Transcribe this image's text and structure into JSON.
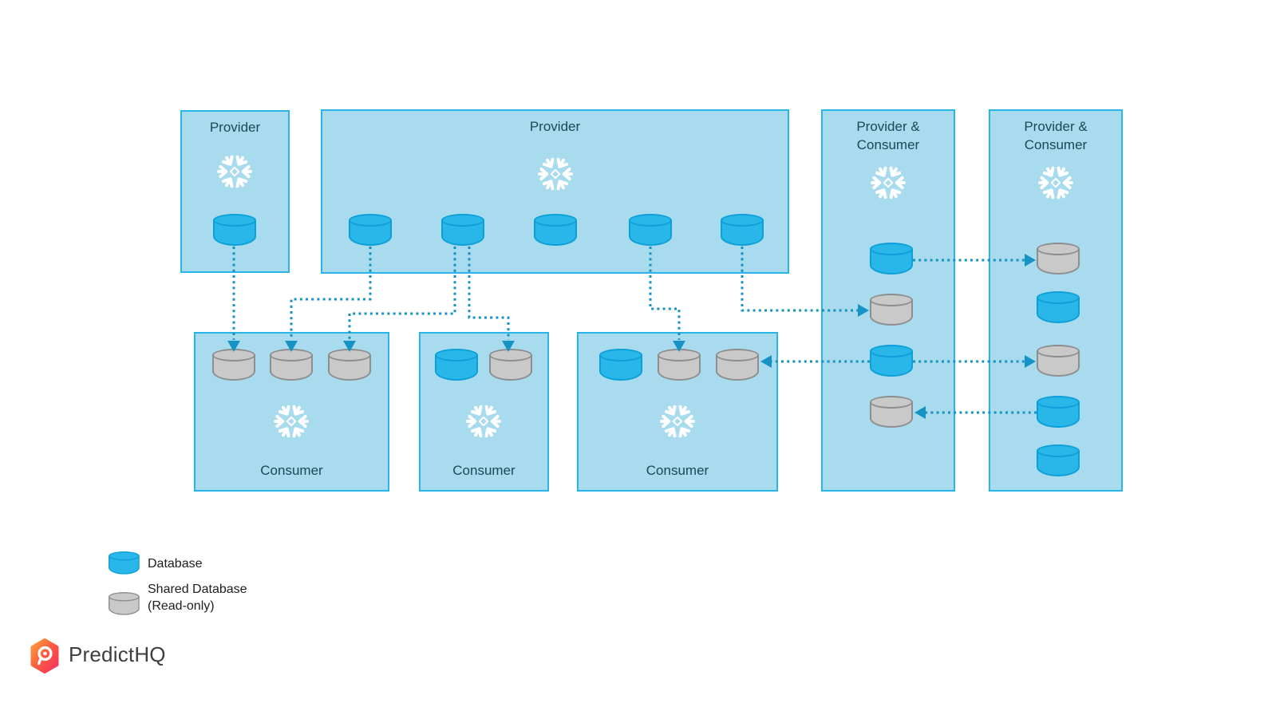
{
  "colors": {
    "box_fill": "#a8dbee",
    "box_border": "#29b5e8",
    "database_blue": "#29b7e9",
    "database_blue_border": "#0d9fd8",
    "shared_gray": "#c9c9c9",
    "shared_gray_border": "#8e8e8e",
    "connector": "#1792c4",
    "title_text": "#1d4659",
    "legend_text": "#1d1d1d",
    "logo_text": "#3e3e3e",
    "snowflake_icon": "#ffffff"
  },
  "boxes": [
    {
      "id": "provider-1",
      "title": "Provider",
      "title_lines": [
        "Provider"
      ],
      "databases": [
        "database"
      ]
    },
    {
      "id": "provider-2",
      "title": "Provider",
      "title_lines": [
        "Provider"
      ],
      "databases": [
        "database",
        "database",
        "database",
        "database",
        "database"
      ]
    },
    {
      "id": "provider-consumer-1",
      "title": "Provider & Consumer",
      "title_lines": [
        "Provider &",
        "Consumer"
      ],
      "databases": [
        "database",
        "shared",
        "database",
        "shared"
      ]
    },
    {
      "id": "provider-consumer-2",
      "title": "Provider & Consumer",
      "title_lines": [
        "Provider &",
        "Consumer"
      ],
      "databases": [
        "shared",
        "database",
        "shared",
        "database",
        "database"
      ]
    },
    {
      "id": "consumer-1",
      "title": "Consumer",
      "title_lines": [
        "Consumer"
      ],
      "databases": [
        "shared",
        "shared",
        "shared"
      ]
    },
    {
      "id": "consumer-2",
      "title": "Consumer",
      "title_lines": [
        "Consumer"
      ],
      "databases": [
        "database",
        "shared"
      ]
    },
    {
      "id": "consumer-3",
      "title": "Consumer",
      "title_lines": [
        "Consumer"
      ],
      "databases": [
        "database",
        "shared",
        "shared"
      ]
    }
  ],
  "connections": [
    {
      "from": "provider-1.db1",
      "to": "consumer-1.db1"
    },
    {
      "from": "provider-2.db1",
      "to": "consumer-1.db2"
    },
    {
      "from": "provider-2.db2",
      "to": "consumer-1.db3"
    },
    {
      "from": "provider-2.db2",
      "to": "consumer-2.db2"
    },
    {
      "from": "provider-2.db4",
      "to": "consumer-3.db2"
    },
    {
      "from": "provider-2.db5",
      "to": "provider-consumer-1.db2"
    },
    {
      "from": "provider-consumer-1.db1",
      "to": "provider-consumer-2.db1"
    },
    {
      "from": "provider-consumer-1.db3",
      "to": "consumer-3.db3"
    },
    {
      "from": "provider-consumer-1.db3",
      "to": "provider-consumer-2.db3"
    },
    {
      "from": "provider-consumer-2.db4",
      "to": "provider-consumer-1.db4"
    }
  ],
  "legend": {
    "items": [
      {
        "swatch": "database",
        "lines": [
          "Database"
        ]
      },
      {
        "swatch": "shared",
        "lines": [
          "Shared Database",
          "(Read-only)"
        ]
      }
    ]
  },
  "logo": {
    "text": "PredictHQ"
  }
}
